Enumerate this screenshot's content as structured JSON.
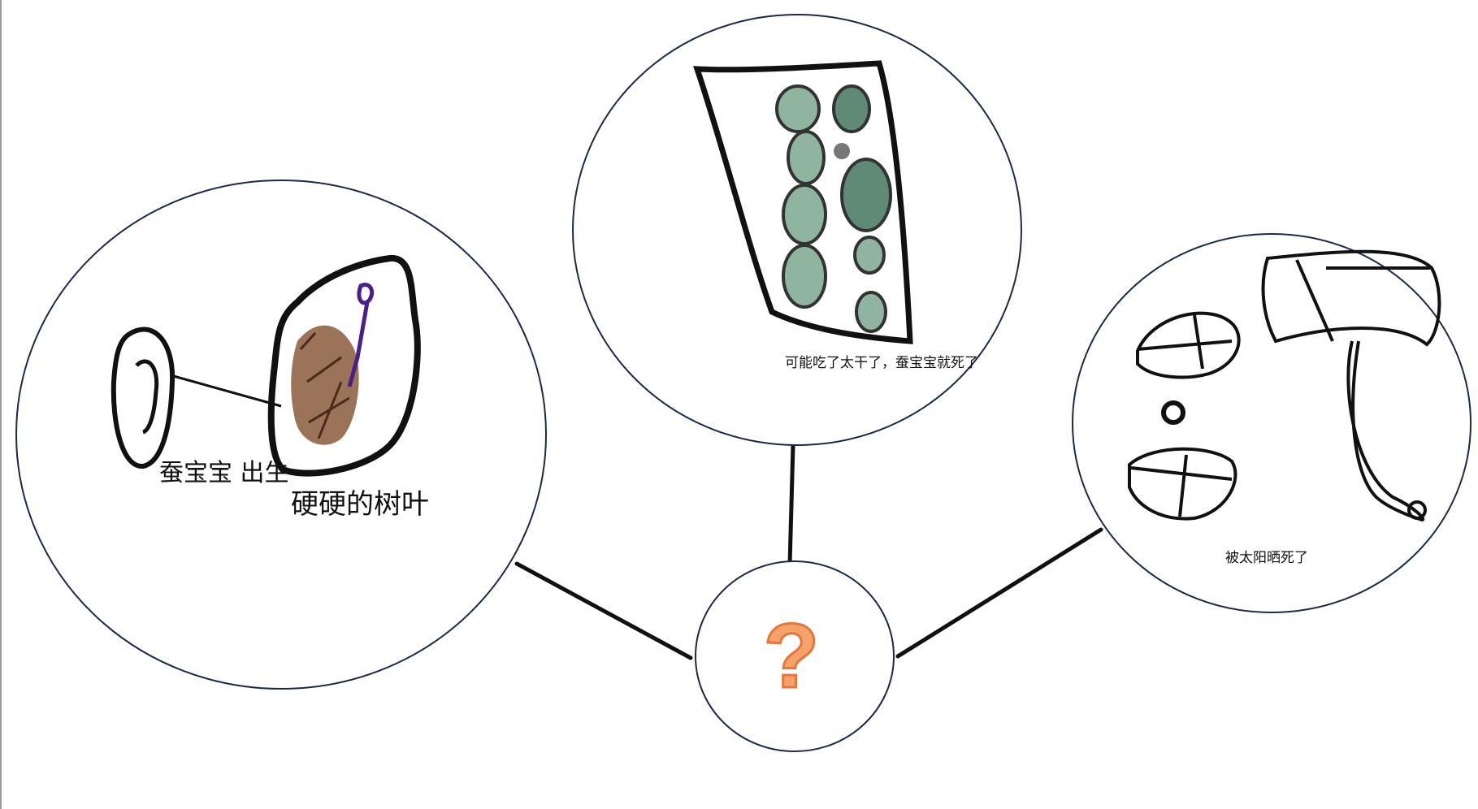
{
  "diagram": {
    "center_symbol": "?",
    "colors": {
      "circle_outline": "#1b2a4a",
      "connector": "#111111",
      "question_mark_fill": "#f6a26b",
      "question_mark_stroke": "#e8763a",
      "leaf_green": "#8fb5a0",
      "leaf_dark": "#5f8a76",
      "bark_brown": "#8a5a3c",
      "violet_ink": "#4b1f8a"
    },
    "nodes": [
      {
        "id": "left",
        "caption_1": "蚕宝宝 出生",
        "caption_2": "硬硬的树叶",
        "icons": [
          "egg-icon",
          "leaf-icon"
        ]
      },
      {
        "id": "top",
        "caption": "可能吃了太干了，蚕宝宝就死了",
        "icons": [
          "leaf-icon"
        ]
      },
      {
        "id": "right",
        "caption": "被太阳晒死了",
        "icons": [
          "sun-icon",
          "worm-icon"
        ]
      }
    ]
  }
}
